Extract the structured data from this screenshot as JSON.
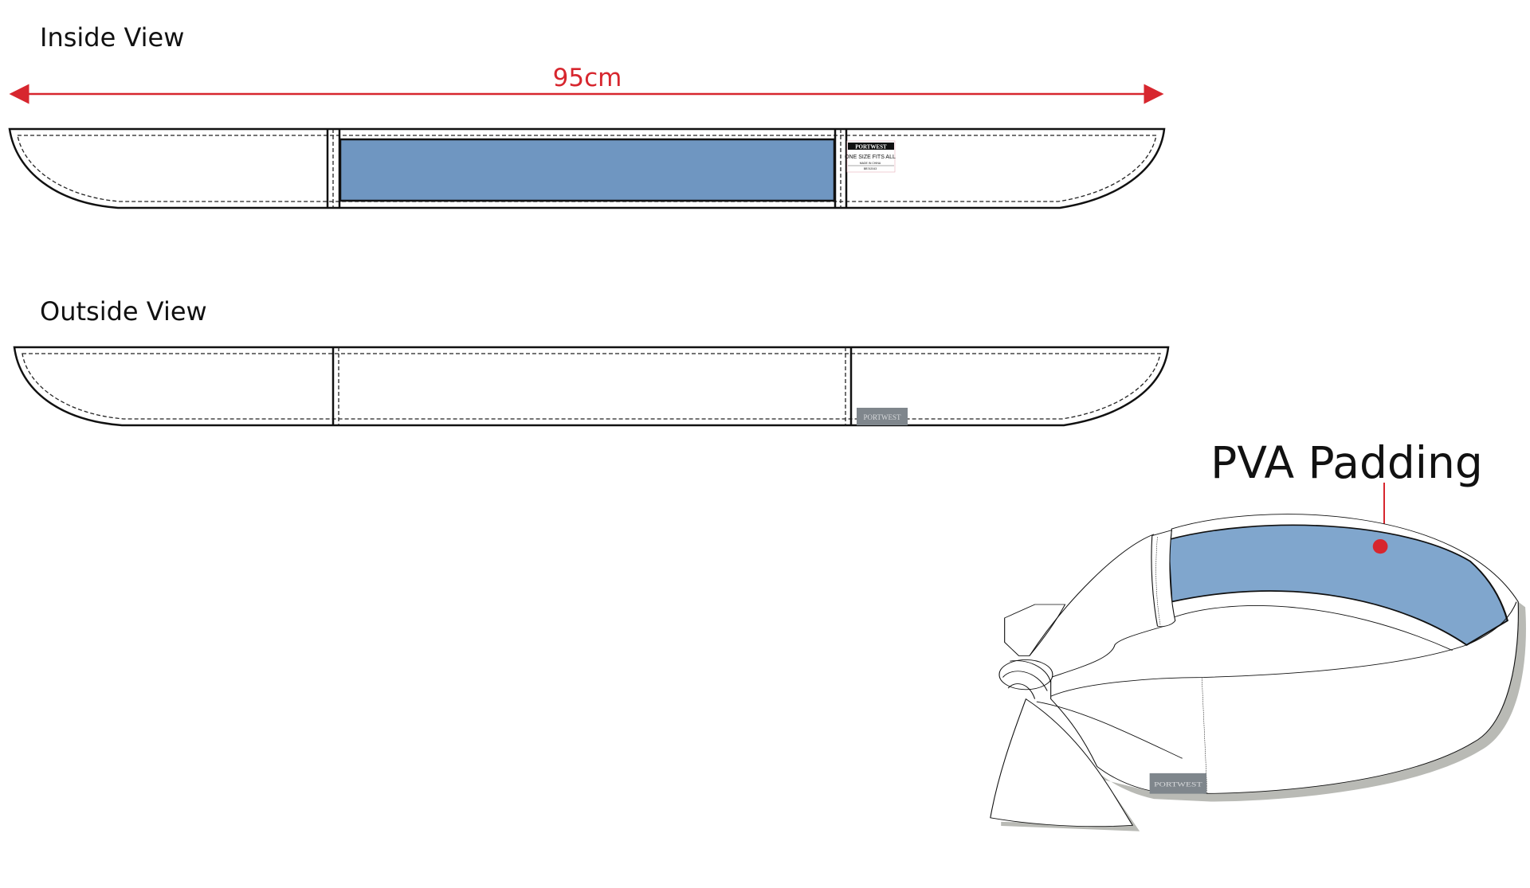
{
  "inside_view": {
    "title": "Inside View",
    "measurement": "95cm",
    "label": {
      "brand": "PORTWEST",
      "size": "ONE SIZE FITS ALL",
      "origin": "MADE IN CHINA",
      "code": "BB742043"
    }
  },
  "outside_view": {
    "title": "Outside View",
    "tag": "PORTWEST"
  },
  "perspective_view": {
    "callout": "PVA Padding",
    "tag": "PORTWEST"
  },
  "colors": {
    "padding_blue_flat": "#6f96c1",
    "padding_blue_3d": "#80a6cd",
    "measurement_red": "#d7262e",
    "tag_gray": "#7f868c",
    "shadow_gray": "#b9bab5"
  }
}
